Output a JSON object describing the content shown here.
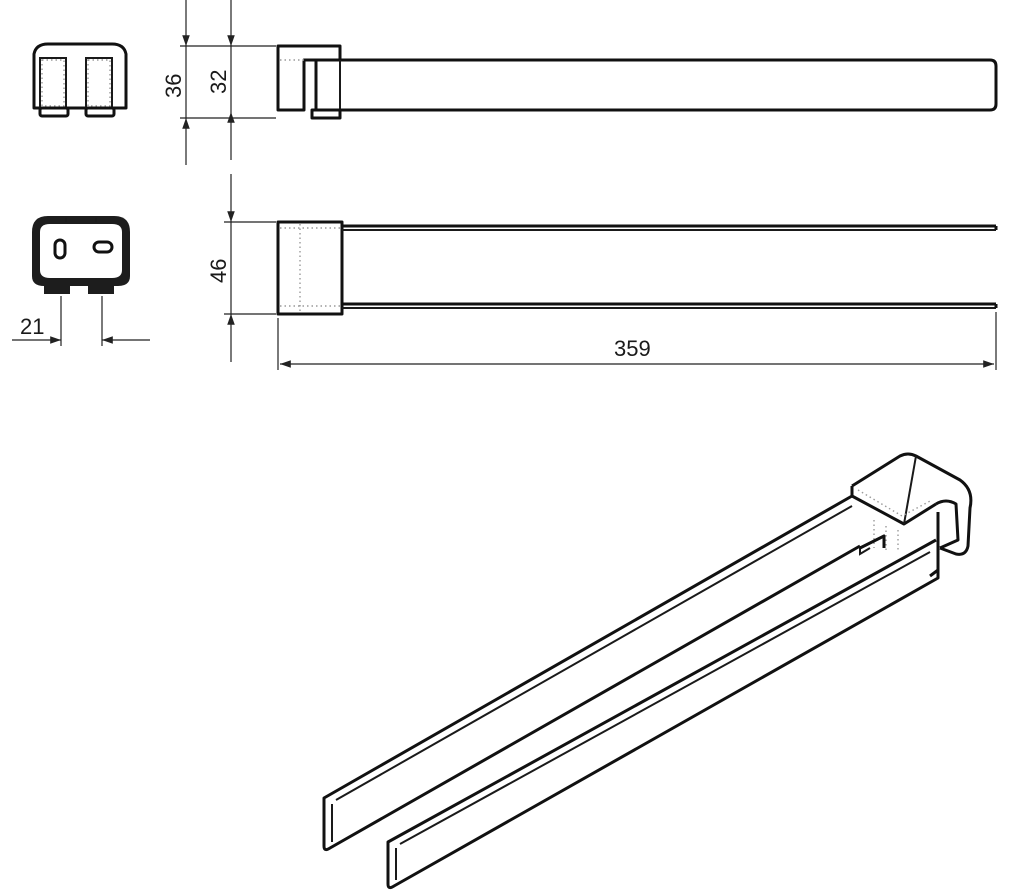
{
  "drawing": {
    "dimensions": {
      "height_outer": "36",
      "height_inner": "32",
      "depth": "46",
      "bracket_width": "21",
      "length": "359"
    },
    "views": [
      "side-view",
      "top-view",
      "end-view-upper",
      "end-view-lower",
      "isometric-view"
    ],
    "colors": {
      "ink": "#1a1a1a",
      "hidden_lines": "#9a9a9a",
      "background": "#ffffff"
    }
  }
}
